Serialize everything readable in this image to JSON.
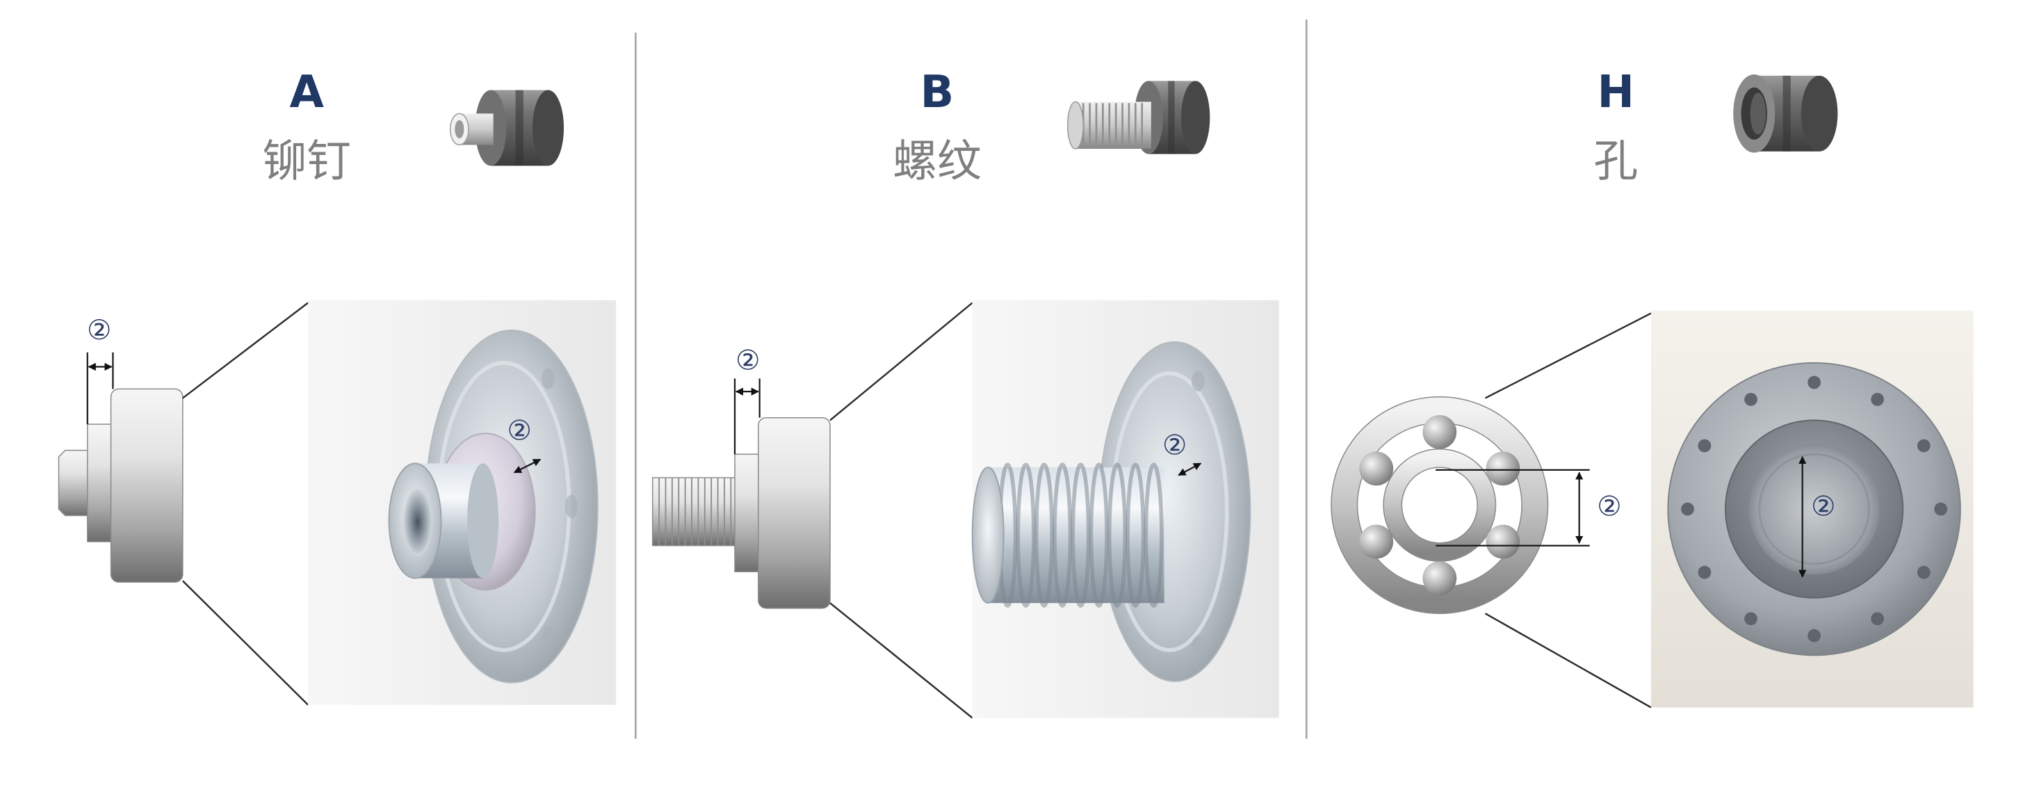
{
  "figure": {
    "panels": [
      {
        "letter": "A",
        "name": "铆钉"
      },
      {
        "letter": "B",
        "name": "螺纹"
      },
      {
        "letter": "H",
        "name": "孔"
      }
    ],
    "dimension_label": "②"
  },
  "colors": {
    "letter": "#1f3864",
    "name": "#7f7f7f",
    "divider": "#a6a6a6",
    "dimension_label": "#2e3c66"
  },
  "icons": {
    "panel_A": "rivet-icon",
    "panel_B": "threaded-stud-icon",
    "panel_H": "hole-insert-icon"
  }
}
